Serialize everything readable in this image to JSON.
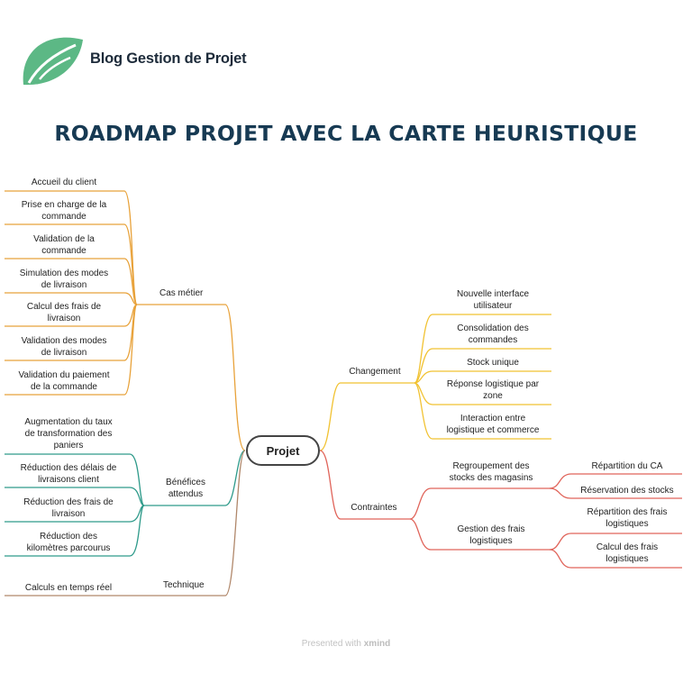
{
  "header": {
    "brand": "Blog Gestion de Projet"
  },
  "title": "ROADMAP PROJET AVEC LA CARTE HEURISTIQUE",
  "root": "Projet",
  "branches": {
    "cas_metier": {
      "label": "Cas métier",
      "color": "#e8a23a",
      "items": [
        "Accueil du client",
        "Prise en charge de la\ncommande",
        "Validation de la\ncommande",
        "Simulation des modes\nde livraison",
        "Calcul des frais de\nlivraison",
        "Validation des modes\nde livraison",
        "Validation du paiement\nde la commande"
      ]
    },
    "benefices": {
      "label": "Bénéfices\nattendus",
      "color": "#2e9a8a",
      "items": [
        "Augmentation du taux\nde transformation des\npaniers",
        "Réduction des délais de\nlivraisons client",
        "Réduction des frais de\nlivraison",
        "Réduction des\nkilomètres parcourus"
      ]
    },
    "technique": {
      "label": "Technique",
      "color": "#b0876a",
      "items": [
        "Calculs en temps réel"
      ]
    },
    "changement": {
      "label": "Changement",
      "color": "#f1c232",
      "items": [
        "Nouvelle interface\nutilisateur",
        "Consolidation des\ncommandes",
        "Stock unique",
        "Réponse logistique par\nzone",
        "Interaction entre\nlogistique et commerce"
      ]
    },
    "contraintes": {
      "label": "Contraintes",
      "color": "#e0645a",
      "subs": [
        {
          "label": "Regroupement des\nstocks des magasins",
          "items": [
            "Répartition du CA",
            "Réservation des stocks"
          ]
        },
        {
          "label": "Gestion des frais\nlogistiques",
          "items": [
            "Répartition des frais\nlogistiques",
            "Calcul des frais\nlogistiques"
          ]
        }
      ]
    }
  },
  "footer": {
    "prefix": "Presented with",
    "brand": "xmind"
  },
  "colors": {
    "title": "#173a53",
    "logo_green": "#5cb885"
  }
}
